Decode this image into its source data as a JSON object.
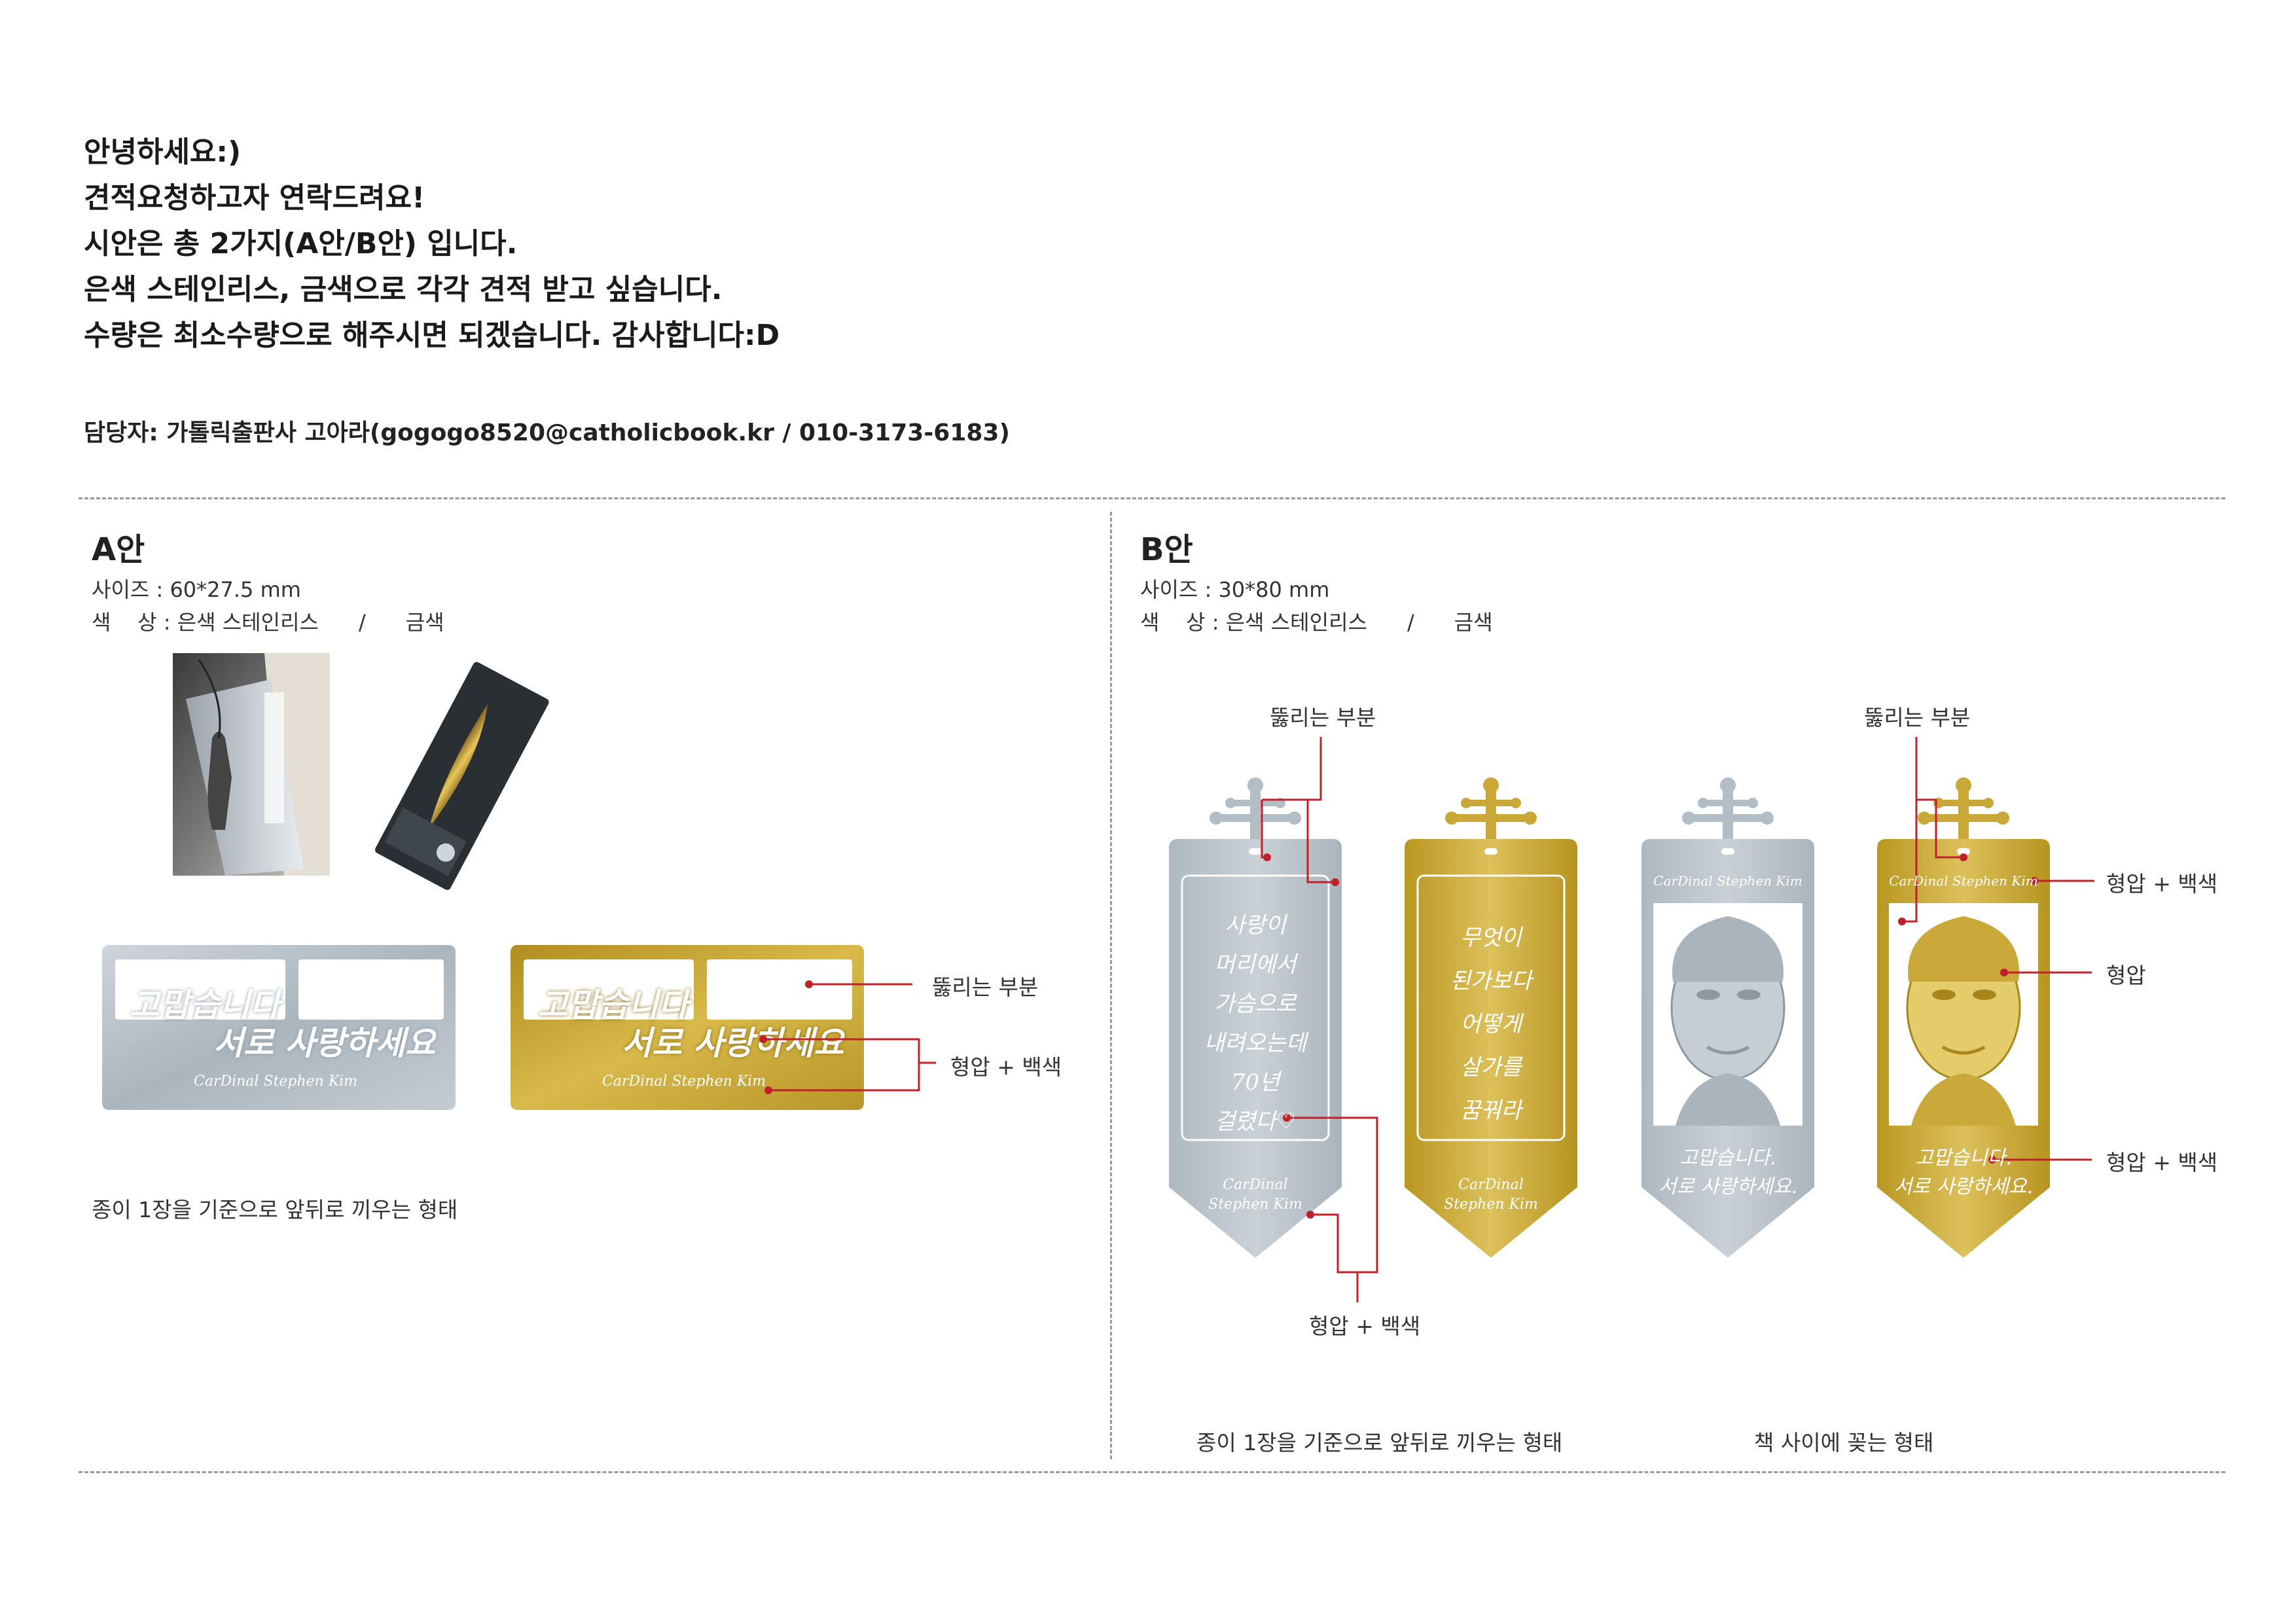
{
  "intro": {
    "lines": [
      "안녕하세요:)",
      "견적요청하고자 연락드려요!",
      "시안은 총 2가지(A안/B안) 입니다.",
      "은색 스테인리스, 금색으로 각각 견적 받고 싶습니다.",
      "수량은 최소수량으로 해주시면 되겠습니다. 감사합니다:D"
    ],
    "contact": "담당자: 가톨릭출판사 고아라(gogogo8520@catholicbook.kr / 010-3173-6183)"
  },
  "section_a": {
    "title": "A안",
    "size": "사이즈 : 60*27.5 mm",
    "color": "색    상 : 은색 스테인리스      /      금색",
    "label_pierced": "뚫리는 부분",
    "label_emboss": "형압 + 백색",
    "note": "종이 1장을 기준으로 앞뒤로 끼우는 형태",
    "card_text_1": "고맙습니다",
    "card_text_2": "서로 사랑하세요",
    "card_signature": "CarDinal Stephen Kim"
  },
  "section_b": {
    "title": "B안",
    "size": "사이즈 : 30*80 mm",
    "color": "색    상 : 은색 스테인리스      /      금색",
    "label_pierced_1": "뚫리는 부분",
    "label_pierced_2": "뚫리는 부분",
    "label_emboss_bottom": "형압 + 백색",
    "label_emboss_right_top": "형압 + 백색",
    "label_emboss_only": "형압",
    "label_emboss_right_bottom": "형압 + 백색",
    "note_left": "종이 1장을 기준으로 앞뒤로 끼우는 형태",
    "note_right": "책 사이에 꽂는 형태",
    "bm1_lines": [
      "사랑이",
      "머리에서",
      "가슴으로",
      "내려오는데",
      "70년",
      "걸렸다♡"
    ],
    "bm2_lines": [
      "무엇이",
      "된가보다",
      "어떻게",
      "살가를",
      "꿈꿔라"
    ],
    "bm_signature_1": "CarDinal",
    "bm_signature_2": "Stephen Kim",
    "bm_top_signature": "CarDinal Stephen Kim",
    "bm_bottom_line_1": "고맙습니다.",
    "bm_bottom_line_2": "서로 사랑하세요."
  },
  "colors": {
    "silver": "#b9c3cb",
    "gold": "#c9a52b",
    "accent_line": "#c0202a",
    "dash": "#9a9a9a"
  }
}
